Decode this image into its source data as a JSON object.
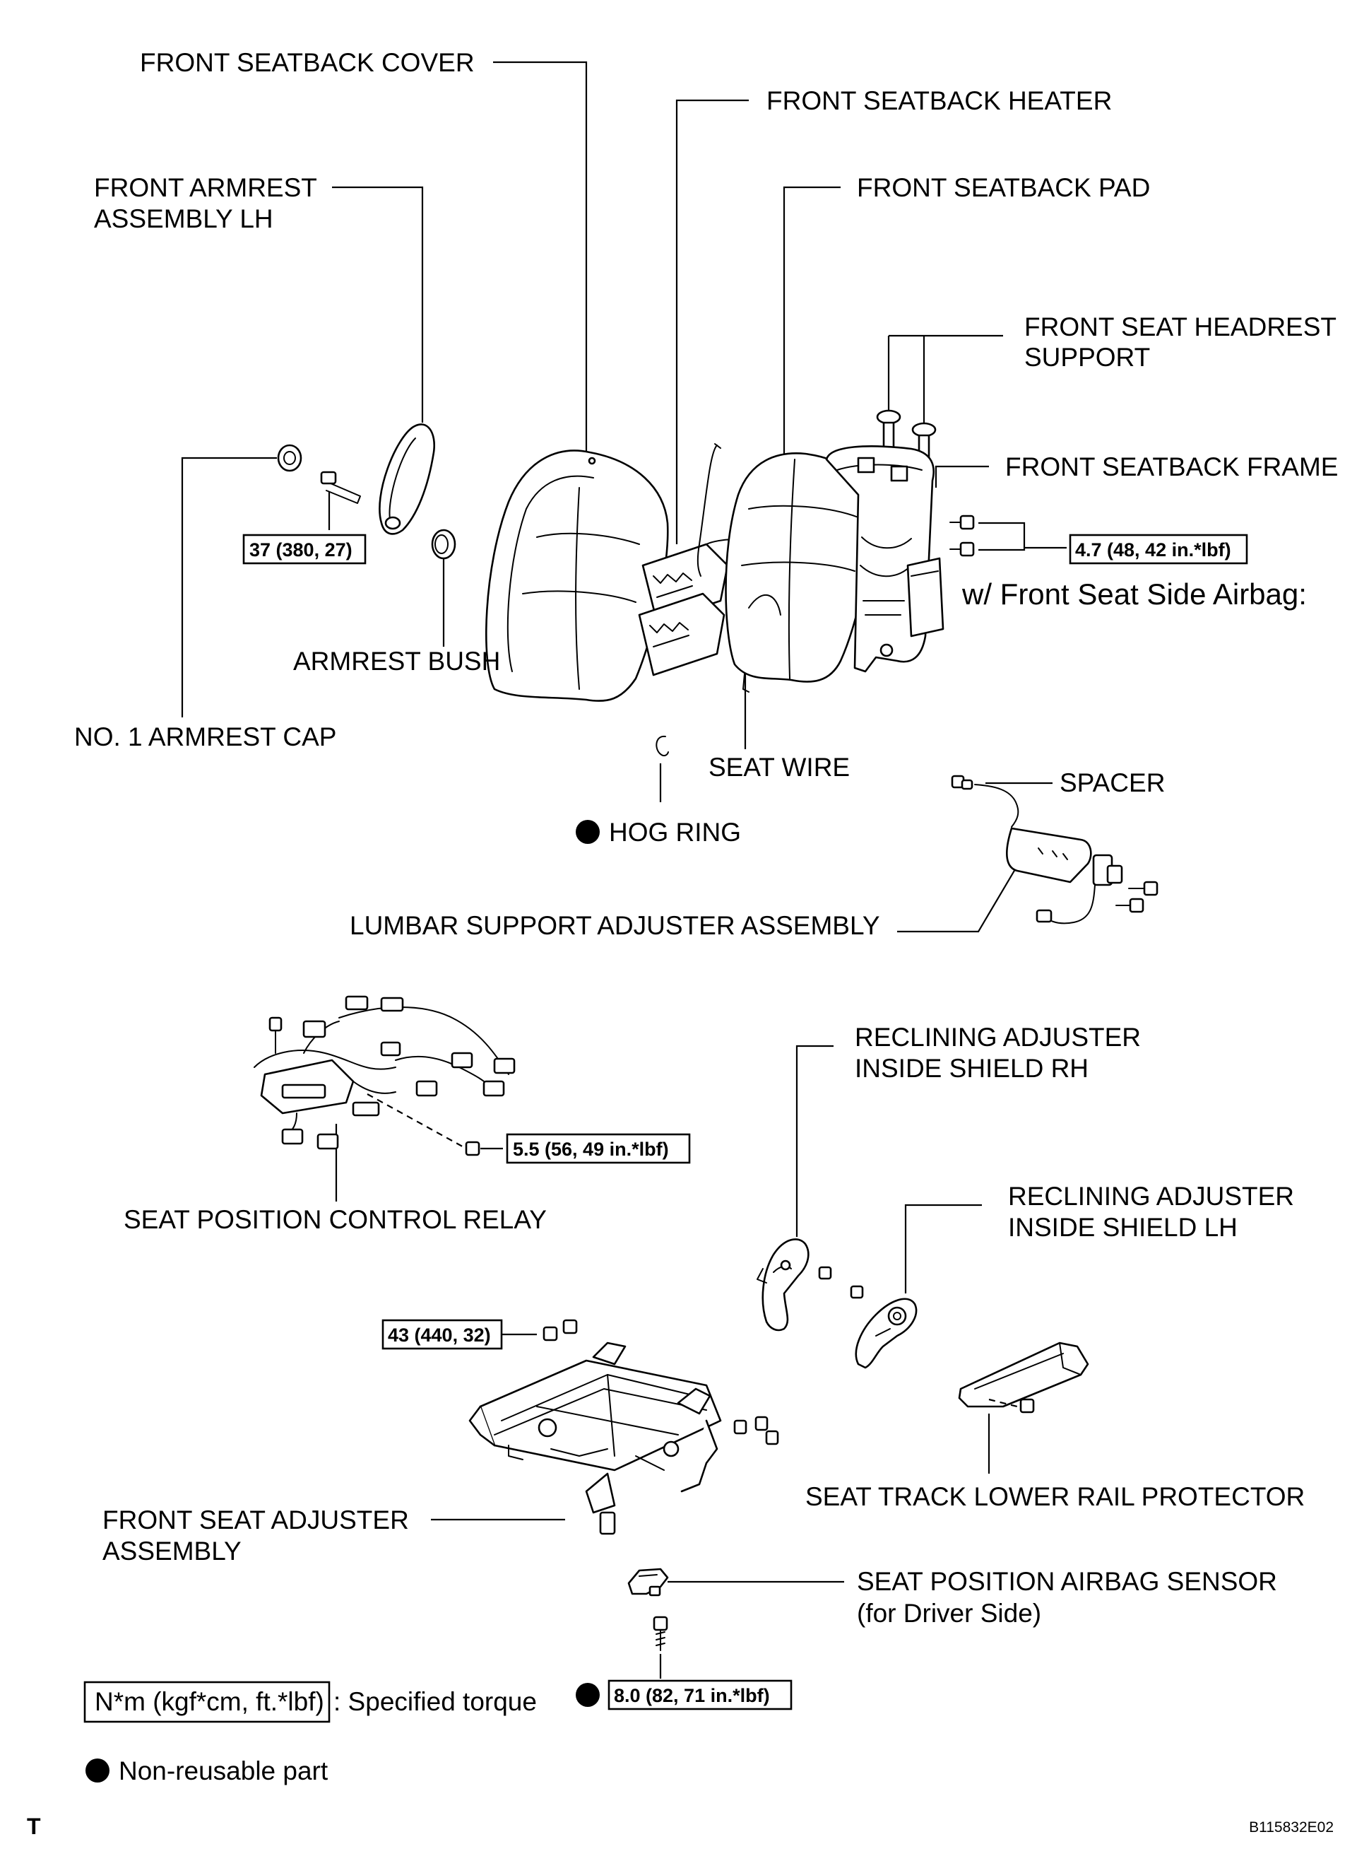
{
  "labels": {
    "front_seatback_cover": "FRONT SEATBACK COVER",
    "front_seatback_heater": "FRONT SEATBACK HEATER",
    "front_armrest_l1": "FRONT ARMREST",
    "front_armrest_l2": "ASSEMBLY LH",
    "front_seatback_pad": "FRONT SEATBACK PAD",
    "headrest_support_l1": "FRONT SEAT HEADREST",
    "headrest_support_l2": "SUPPORT",
    "front_seatback_frame": "FRONT SEATBACK FRAME",
    "side_airbag_note": "w/ Front Seat Side Airbag:",
    "armrest_bush": "ARMREST BUSH",
    "no1_armrest_cap": "NO. 1 ARMREST CAP",
    "seat_wire": "SEAT WIRE",
    "hog_ring": "HOG RING",
    "spacer": "SPACER",
    "lumbar_support": "LUMBAR SUPPORT ADJUSTER ASSEMBLY",
    "reclining_rh_l1": "RECLINING ADJUSTER",
    "reclining_rh_l2": "INSIDE SHIELD RH",
    "reclining_lh_l1": "RECLINING ADJUSTER",
    "reclining_lh_l2": "INSIDE SHIELD LH",
    "seat_position_relay": "SEAT POSITION CONTROL RELAY",
    "front_seat_adjuster_l1": "FRONT SEAT ADJUSTER",
    "front_seat_adjuster_l2": "ASSEMBLY",
    "lower_rail_protector": "SEAT TRACK LOWER RAIL PROTECTOR",
    "airbag_sensor_l1": "SEAT POSITION AIRBAG SENSOR",
    "airbag_sensor_l2": "(for Driver Side)"
  },
  "torques": {
    "armrest_bolt": "37 (380, 27)",
    "seatback_frame_bolt": "4.7 (48, 42 in.*lbf)",
    "relay_bolt": "5.5 (56, 49 in.*lbf)",
    "adjuster_bolt": "43 (440, 32)",
    "sensor_bolt": "8.0 (82, 71 in.*lbf)"
  },
  "legend": {
    "torque_unit": "N*m (kgf*cm, ft.*lbf)",
    "torque_desc": ": Specified torque",
    "nonreusable": "Non-reusable part"
  },
  "footer": {
    "corner_mark": "T",
    "figure_id": "B115832E02"
  }
}
